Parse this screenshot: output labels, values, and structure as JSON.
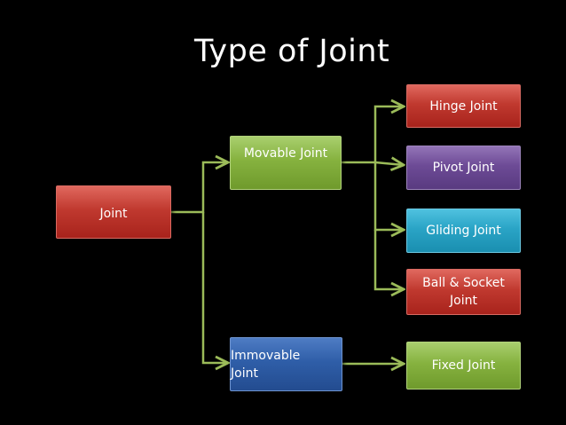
{
  "title": "Type of Joint",
  "root": {
    "label": "Joint",
    "color": "#c0392f"
  },
  "categories": [
    {
      "label": "Movable Joint",
      "color": "#86b23f"
    },
    {
      "label": "Immovable Joint",
      "line1": "Immovable",
      "line2": "Joint",
      "color": "#2f5ea8"
    }
  ],
  "leaves": [
    {
      "label": "Hinge Joint",
      "color": "#c0392f"
    },
    {
      "label": "Pivot Joint",
      "color": "#6d4b96"
    },
    {
      "label": "Gliding Joint",
      "color": "#2aa4c6"
    },
    {
      "label": "Ball & Socket Joint",
      "line1": "Ball & Socket",
      "line2": "Joint",
      "color": "#c0392f"
    },
    {
      "label": "Fixed Joint",
      "color": "#86b23f"
    }
  ],
  "connector_color": "#9bbb59",
  "edges": [
    [
      "Joint",
      "Movable Joint"
    ],
    [
      "Joint",
      "Immovable Joint"
    ],
    [
      "Movable Joint",
      "Hinge Joint"
    ],
    [
      "Movable Joint",
      "Pivot Joint"
    ],
    [
      "Movable Joint",
      "Gliding Joint"
    ],
    [
      "Movable Joint",
      "Ball & Socket Joint"
    ],
    [
      "Immovable Joint",
      "Fixed Joint"
    ]
  ]
}
